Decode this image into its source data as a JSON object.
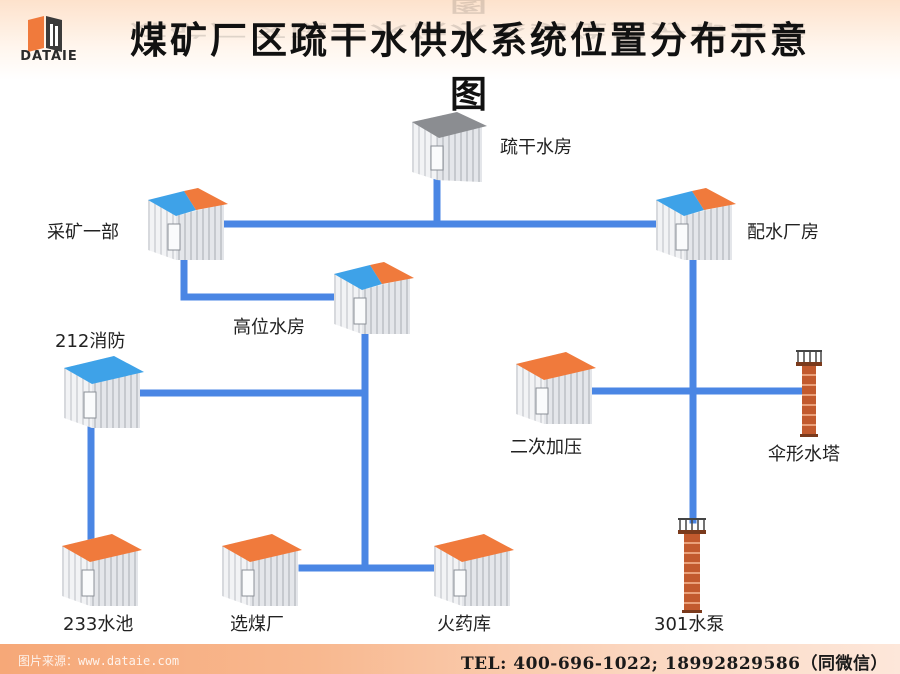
{
  "header": {
    "logo_name": "DATAIE",
    "title": "煤矿厂区疏干水供水系统位置分布示意图"
  },
  "colors": {
    "pipe": "#4a86e4",
    "roof_orange": "#f07a3c",
    "roof_blue": "#3ea2e8",
    "roof_gray": "#8b8d91",
    "tower": "#c25a2e"
  },
  "nodes": {
    "drain_house": "疏干水房",
    "mining_dept": "采矿一部",
    "distribution_house": "配水厂房",
    "high_water_house": "高位水房",
    "fire_212": "212消防",
    "booster": "二次加压",
    "umbrella_tower": "伞形水塔",
    "pool_233": "233水池",
    "coal_prep": "选煤厂",
    "explosives": "火药库",
    "pump_301": "301水泵"
  },
  "footer": {
    "website": "图片来源：www.dataie.com",
    "contact": "TEL: 400-696-1022; 18992829586（同微信）"
  }
}
